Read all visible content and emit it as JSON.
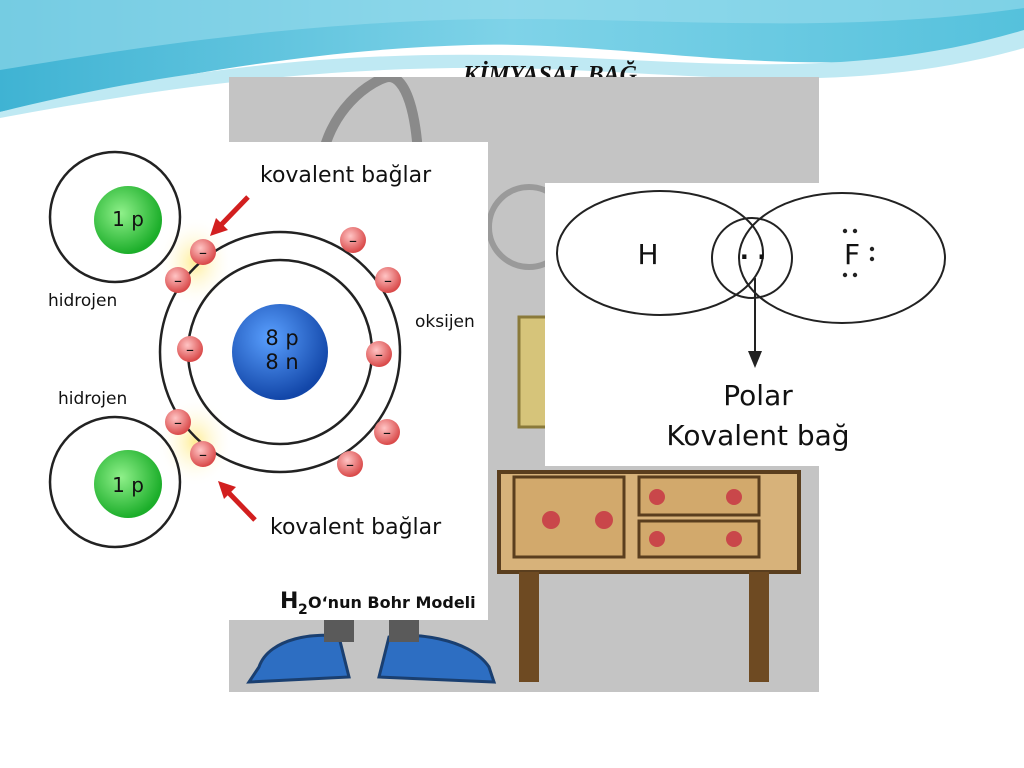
{
  "slide": {
    "title": "KİMYASAL BAĞ"
  },
  "bohr_model": {
    "bond_label_top": "kovalent bağlar",
    "bond_label_bottom": "kovalent bağlar",
    "hydrogen_top_label": "hidrojen",
    "hydrogen_bottom_label": "hidrojen",
    "oxygen_label": "oksijen",
    "hydrogen_nucleus": "1 p",
    "oxygen_nucleus_protons": "8 p",
    "oxygen_nucleus_neutrons": "8 n",
    "electron_symbol": "–",
    "caption_prefix": "H",
    "caption_subscript": "2",
    "caption_suffix": "O‘nun Bohr Modeli"
  },
  "polar_bond": {
    "left_atom": "H",
    "right_atom": "F",
    "shared_pair": "· ·",
    "label_line1": "Polar",
    "label_line2": "Kovalent bağ"
  },
  "colors": {
    "wave_dark": "#5bc3dd",
    "wave_light": "#bfe9f3",
    "backdrop": "#c4c4c4",
    "hydrogen_nucleus": "#2fcc3a",
    "oxygen_nucleus": "#1f63c8",
    "electron": "#e86a6a",
    "arrow": "#d21f1f"
  }
}
